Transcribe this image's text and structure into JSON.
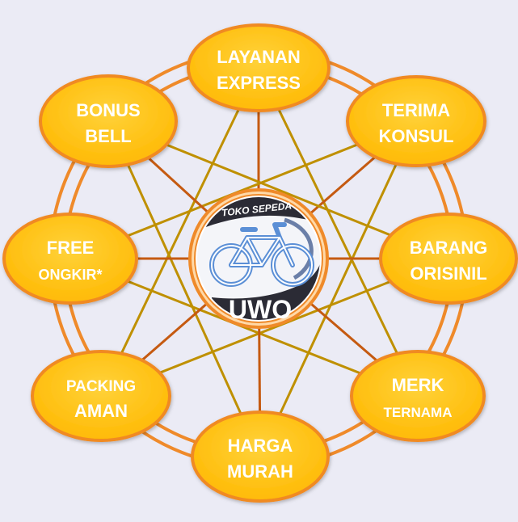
{
  "center_logo": {
    "banner_text": "TOKO SEPEDA",
    "brand_text": "UWO",
    "icon": "bicycle-icon"
  },
  "nodes": [
    {
      "id": "layanan-express",
      "line1": "LAYANAN",
      "line2": "EXPRESS"
    },
    {
      "id": "terima-konsul",
      "line1": "TERIMA",
      "line2": "KONSUL"
    },
    {
      "id": "barang-orisinil",
      "line1": "BARANG",
      "line2": "ORISINIL"
    },
    {
      "id": "merk-ternama",
      "line1": "MERK",
      "line2": "TERNAMA"
    },
    {
      "id": "harga-murah",
      "line1": "HARGA",
      "line2": "MURAH"
    },
    {
      "id": "packing-aman",
      "line1": "PACKING",
      "line2": "AMAN"
    },
    {
      "id": "free-ongkir",
      "line1": "FREE",
      "line2": "ONGKIR*"
    },
    {
      "id": "bonus-bell",
      "line1": "BONUS",
      "line2": "BELL"
    }
  ],
  "colors": {
    "background": "#ebebf5",
    "node_fill": "#ffc000",
    "node_stroke": "#f08a24",
    "ring": "#ef8a2a",
    "spoke_dark": "#c55a11",
    "spoke_gold": "#bf9000",
    "node_text": "#ffffff",
    "logo_dark": "#2b2b35",
    "logo_blue": "#5b8fd6"
  }
}
